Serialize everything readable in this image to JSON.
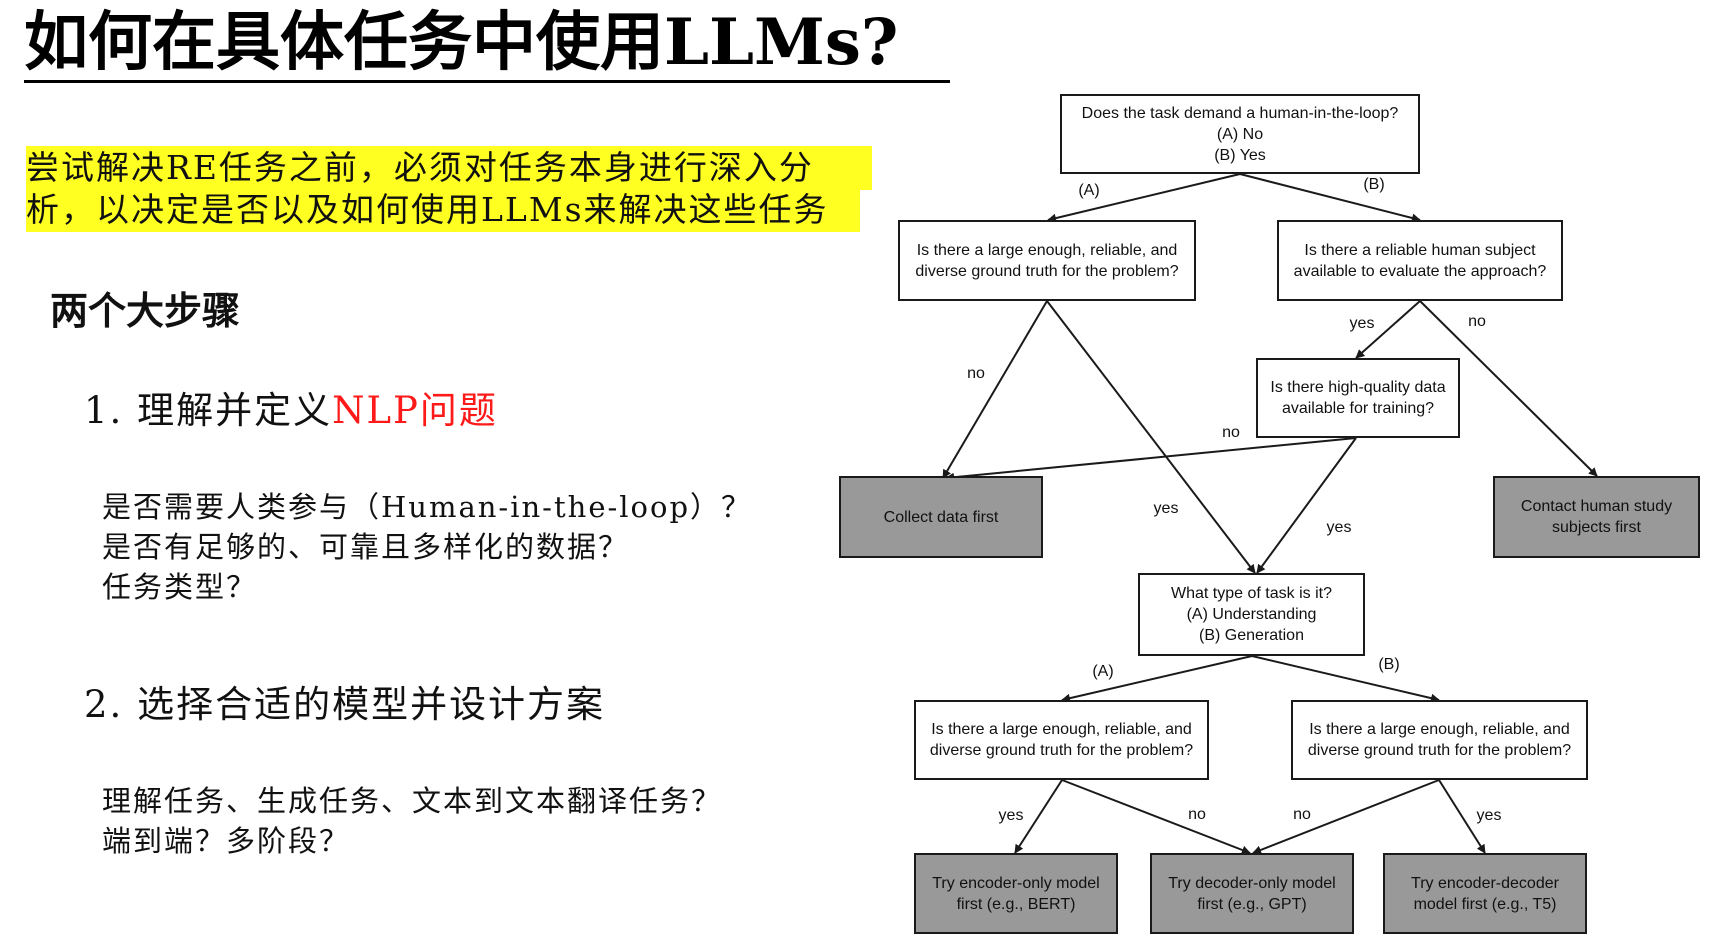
{
  "slide": {
    "title": "如何在具体任务中使用LLMs?",
    "highlight": [
      "尝试解决RE任务之前，必须对任务本身进行深入分",
      "析，以决定是否以及如何使用LLMs来解决这些任务"
    ],
    "steps_heading": "两个大步骤",
    "step1": {
      "prefix": "1. 理解并定义",
      "emphasis": "NLP问题"
    },
    "step1_questions": [
      "是否需要人类参与（Human-in-the-loop）？",
      "是否有足够的、可靠且多样化的数据？",
      "任务类型？"
    ],
    "step2": "2. 选择合适的模型并设计方案",
    "step2_questions": [
      "理解任务、生成任务、文本到文本翻译任务？",
      "端到端？多阶段？"
    ]
  },
  "flowchart": {
    "nodes": {
      "q_human": [
        "Does the task demand a human-in-the-loop?",
        "(A) No",
        "(B) Yes"
      ],
      "q_ground_truth": [
        "Is there a large enough, reliable, and",
        "diverse ground truth for the problem?"
      ],
      "q_human_subject": [
        "Is there a reliable human subject",
        "available to evaluate the approach?"
      ],
      "q_training_data": [
        "Is there high-quality data",
        "available for training?"
      ],
      "collect_data": [
        "Collect data first"
      ],
      "contact_subjects": [
        "Contact human study",
        "subjects first"
      ],
      "q_task_type": [
        "What type of task is it?",
        "(A) Understanding",
        "(B) Generation"
      ],
      "q_gt_understanding": [
        "Is there a large enough, reliable, and",
        "diverse ground truth for the problem?"
      ],
      "q_gt_generation": [
        "Is there a large enough, reliable, and",
        "diverse ground truth for the problem?"
      ],
      "encoder_only": [
        "Try encoder-only model",
        "first (e.g., BERT)"
      ],
      "decoder_only": [
        "Try decoder-only model",
        "first (e.g., GPT)"
      ],
      "encoder_decoder": [
        "Try encoder-decoder",
        "model first (e.g., T5)"
      ]
    },
    "edge_labels": {
      "human_a": "(A)",
      "human_b": "(B)",
      "gt_no": "no",
      "gt_yes": "yes",
      "subject_yes": "yes",
      "subject_no": "no",
      "train_no": "no",
      "train_yes": "yes",
      "task_a": "(A)",
      "task_b": "(B)",
      "und_yes": "yes",
      "und_no": "no",
      "gen_no": "no",
      "gen_yes": "yes"
    },
    "colors": {
      "terminal_fill": "#999999",
      "highlight": "#ffff22",
      "emphasis_text": "#ff1a1a"
    }
  }
}
